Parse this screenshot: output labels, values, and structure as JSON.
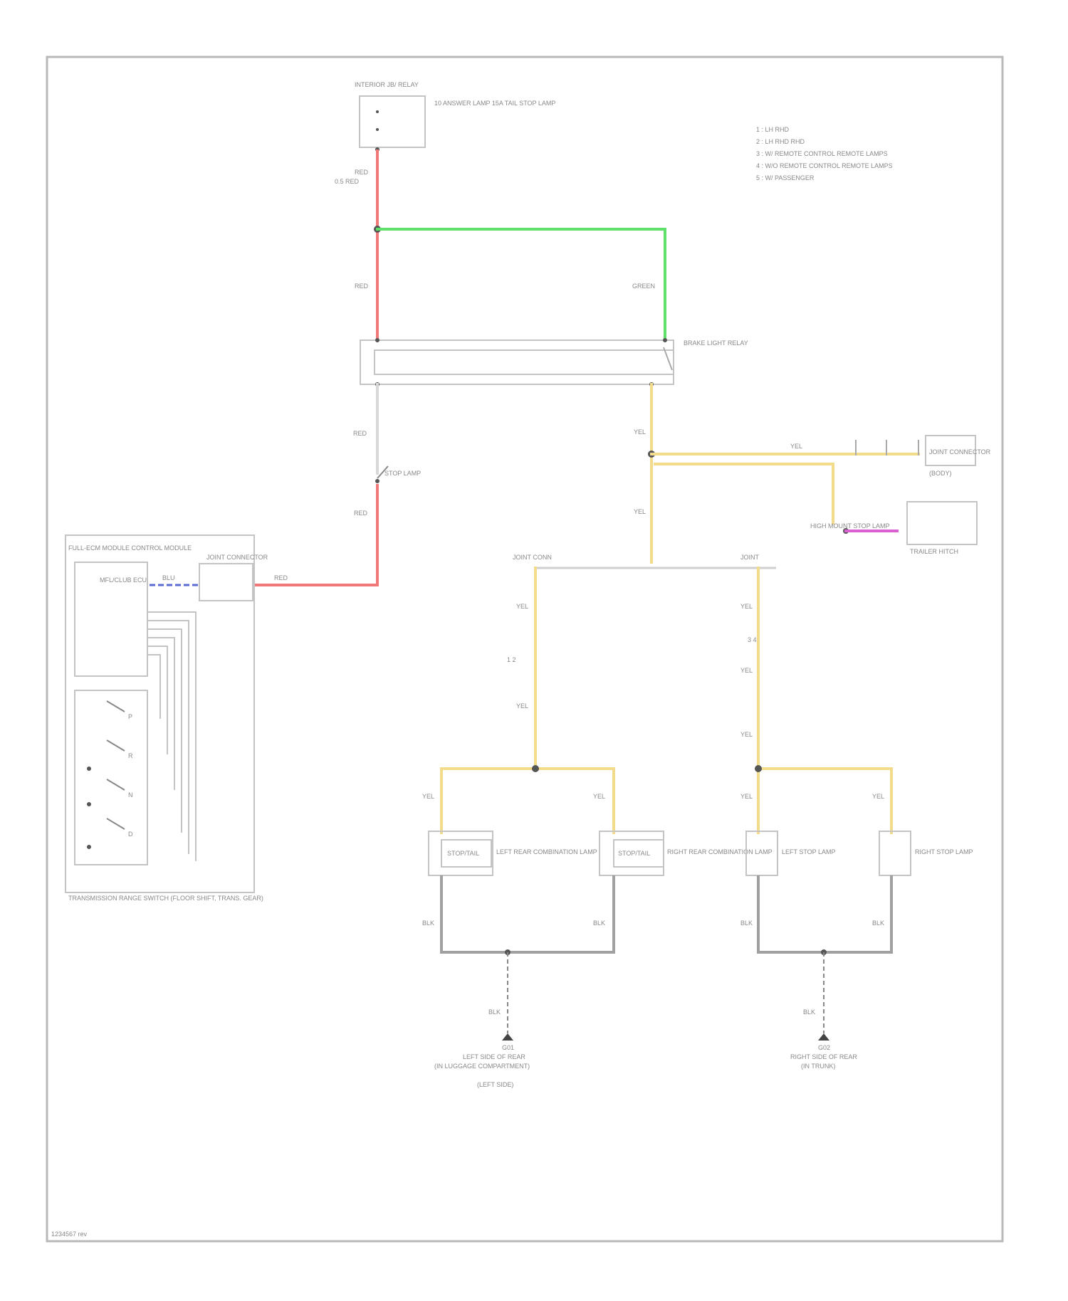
{
  "colors": {
    "wire_red": "#f07878",
    "wire_green": "#5ee06a",
    "wire_yellow": "#f2dc8c",
    "wire_gray": "#a0a0a0",
    "wire_blue": "#5a6ad0",
    "wire_magenta": "#d860d0",
    "frame": "#b8b8b8"
  },
  "icons": {
    "ground": "ground-symbol-icon",
    "switch": "switch-contact-icon",
    "node": "splice-node-icon"
  },
  "legend": [
    "1 : LH RHD",
    "2 : LH RHD RHD",
    "3 : W/ REMOTE CONTROL REMOTE LAMPS",
    "4 : W/O REMOTE CONTROL REMOTE LAMPS",
    "5 : W/ PASSENGER"
  ],
  "labels": {
    "top_fuse_box": "INTERIOR JB/ RELAY",
    "top_fuse_text": "10 ANSWER LAMP 15A TAIL STOP LAMP",
    "top_wire": "RED",
    "top_wire_size": "0.5 RED",
    "red_wire_mid": "RED",
    "green_wire": "GREEN",
    "relay_label": "BRAKE LIGHT RELAY",
    "wire_below_relay": "RED",
    "switch_left": "STOP LAMP",
    "wire_red_lower": "RED",
    "yellow_top": "YEL",
    "yellow_mid": "YEL",
    "right_branch_wire": "YEL",
    "connector_top_label": "JOINT CONNECTOR",
    "connector_top_sub": "(BODY)",
    "connector_bottom_label": "HIGH MOUNT STOP LAMP",
    "connector_bottom_sub": "TRAILER HITCH",
    "splice_left": "JOINT CONN",
    "splice_right": "JOINT",
    "left_module_title": "FULL-ECM MODULE CONTROL MODULE",
    "left_module_ecu": "MFL/CLUB ECU",
    "left_module_conn": "JOINT CONNECTOR",
    "left_module_wire": "BLU",
    "left_module_wire2": "RED",
    "left_module_footer": "TRANSMISSION RANGE SWITCH (FLOOR SHIFT, TRANS. GEAR)",
    "sw1": "P",
    "sw2": "R",
    "sw3": "N",
    "sw4": "D",
    "branch_left_top": "YEL",
    "branch_left_mid": "YEL",
    "branch_right_top": "YEL",
    "branch_right_mid": "YEL",
    "branch_right_low": "YEL",
    "sw_left_branch": "1 2",
    "sw_right_branch": "3 4",
    "lamp1_label": "LEFT REAR COMBINATION LAMP",
    "lamp1_sub": "STOP/TAIL",
    "lamp2_label": "RIGHT REAR COMBINATION LAMP",
    "lamp2_sub": "STOP/TAIL",
    "lamp3_label": "LEFT STOP LAMP",
    "lamp4_label": "RIGHT STOP LAMP",
    "lamp_wire_l1": "YEL",
    "lamp_wire_l2": "YEL",
    "lamp_wire_r1": "YEL",
    "lamp_wire_r2": "YEL",
    "gnd_wire_l1": "BLK",
    "gnd_wire_l2": "BLK",
    "gnd_wire_r1": "BLK",
    "gnd_wire_r2": "BLK",
    "gnd_left_wire": "BLK",
    "gnd_right_wire": "BLK",
    "gnd_left_name": "G01",
    "gnd_left_text1": "LEFT SIDE OF REAR",
    "gnd_left_text2": "(IN LUGGAGE COMPARTMENT)",
    "gnd_left_text3": "(LEFT SIDE)",
    "gnd_right_name": "G02",
    "gnd_right_text1": "RIGHT SIDE OF REAR",
    "gnd_right_text2": "(IN TRUNK)",
    "footer_code": "1234567 rev"
  }
}
